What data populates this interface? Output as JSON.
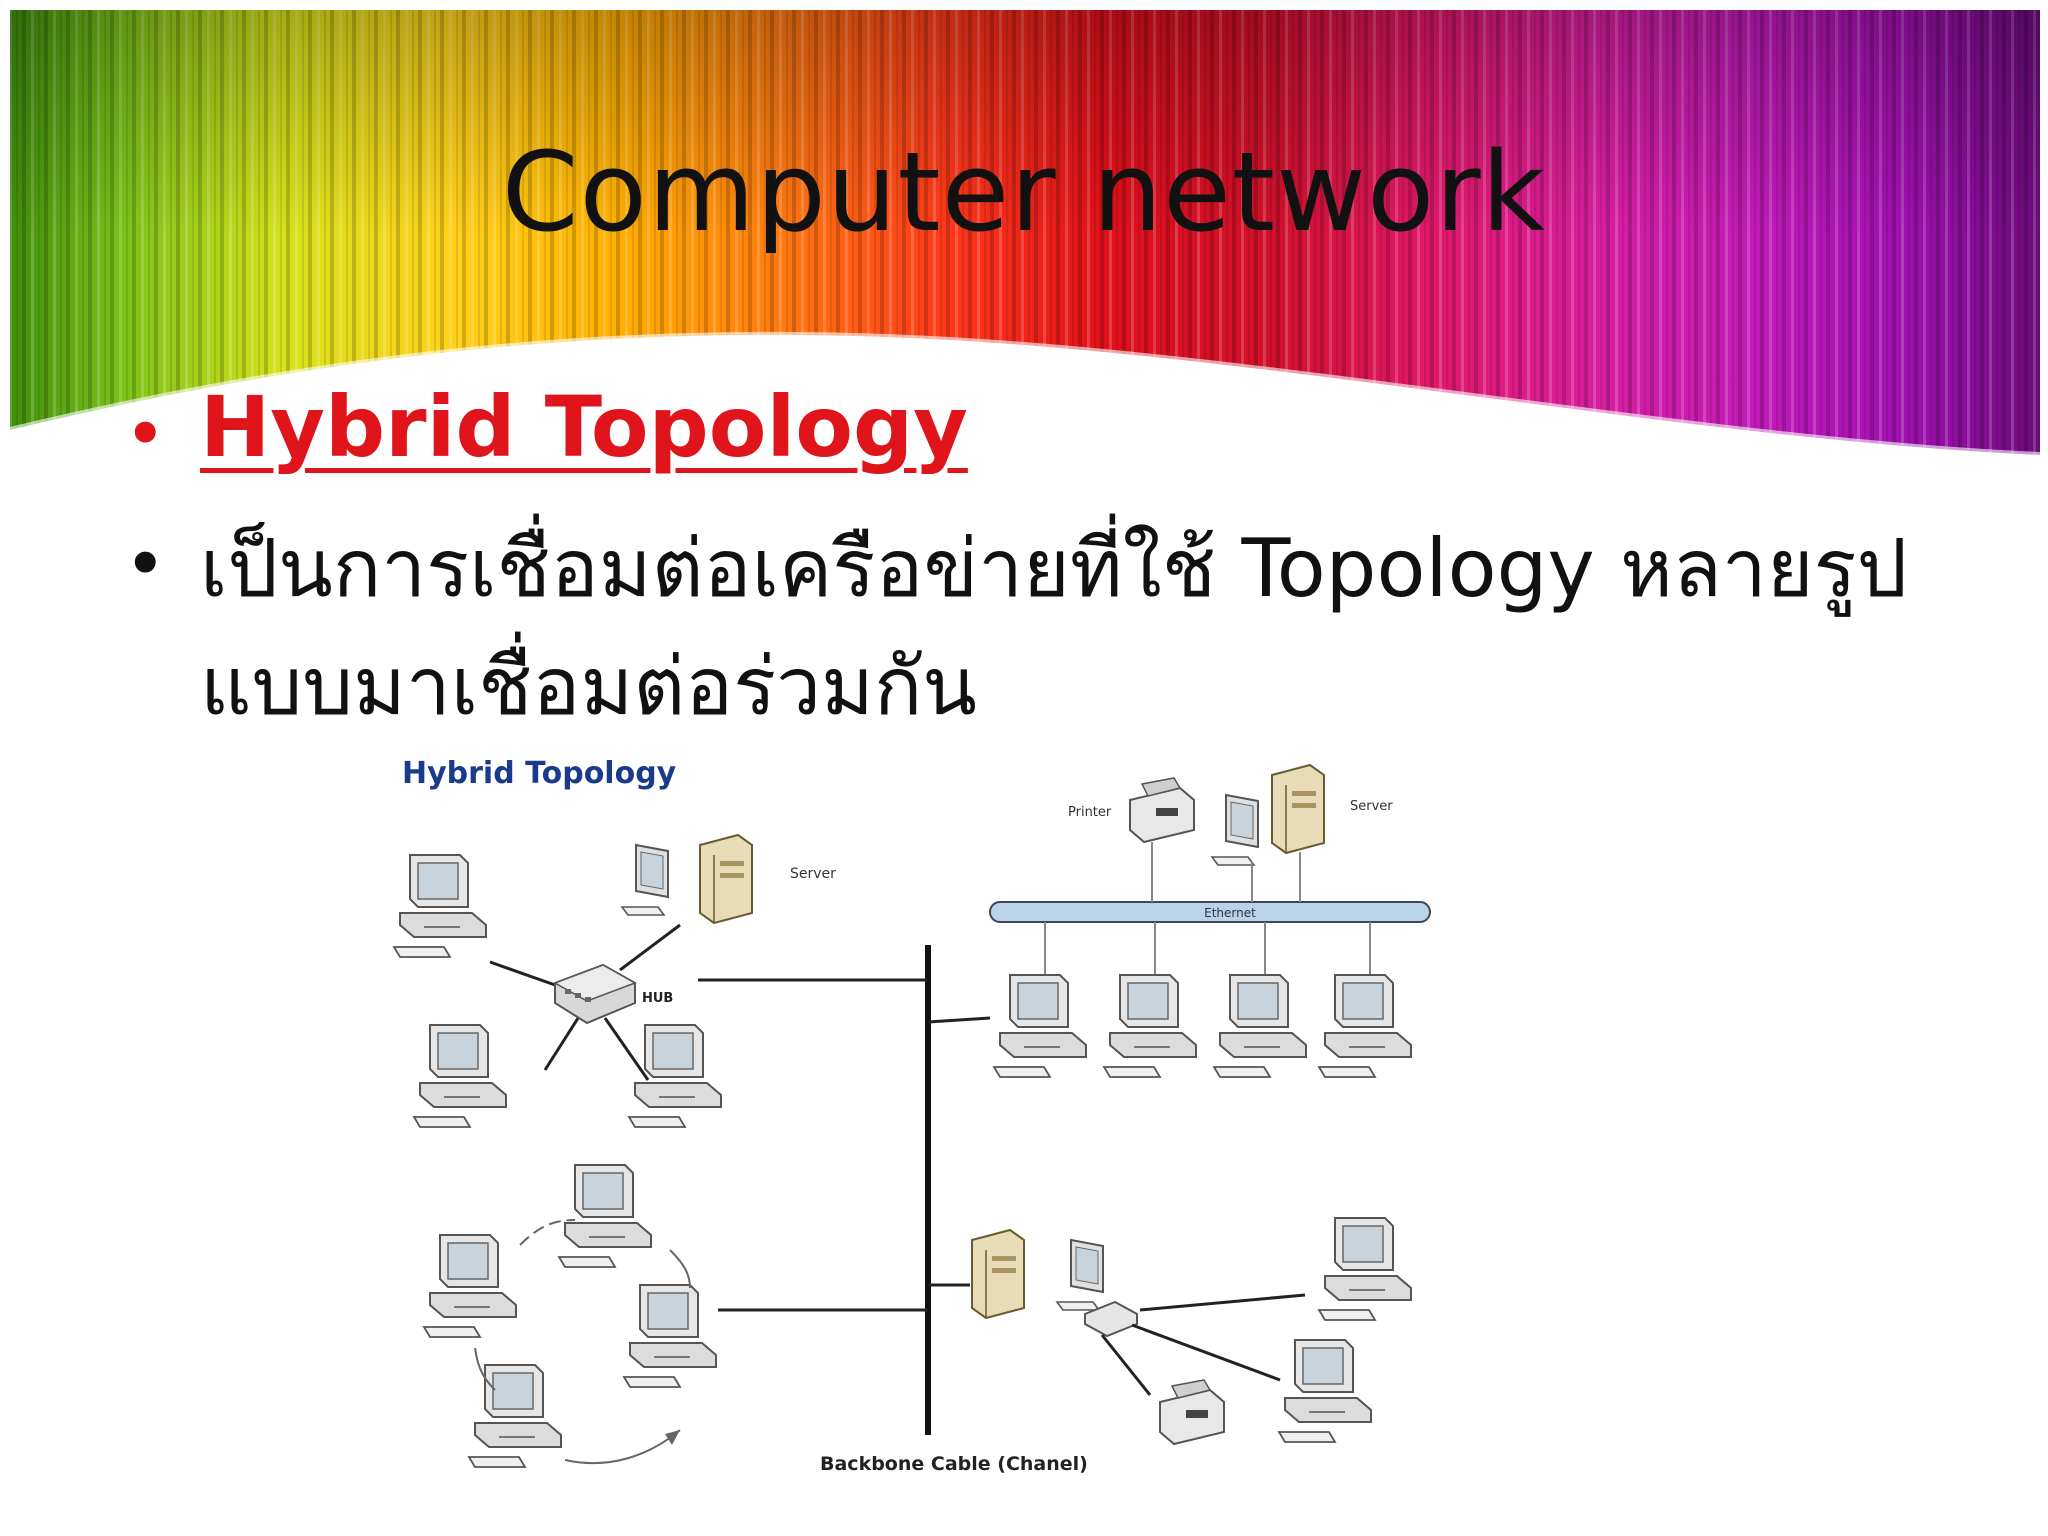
{
  "slide": {
    "title": "Computer network",
    "bullets": [
      "Hybrid Topology",
      "เป็นการเชื่อมต่อเครือข่ายที่ใช้ Topology หลายรูปแบบมาเชื่อมต่อร่วมกัน"
    ]
  },
  "diagram": {
    "title": "Hybrid Topology",
    "labels": {
      "server_top": "Server",
      "hub": "HUB",
      "printer": "Printer",
      "server_right": "Server",
      "ethernet": "Ethernet",
      "backbone": "Backbone Cable (Chanel)"
    }
  },
  "colors": {
    "title_text": "#111111",
    "bullet_heading": "#e0141b",
    "diagram_title": "#1a3a8c",
    "ethernet_bar": "#b9d3ea"
  },
  "icons": [
    "desktop-computer-icon",
    "server-tower-icon",
    "hub-icon",
    "printer-icon"
  ]
}
